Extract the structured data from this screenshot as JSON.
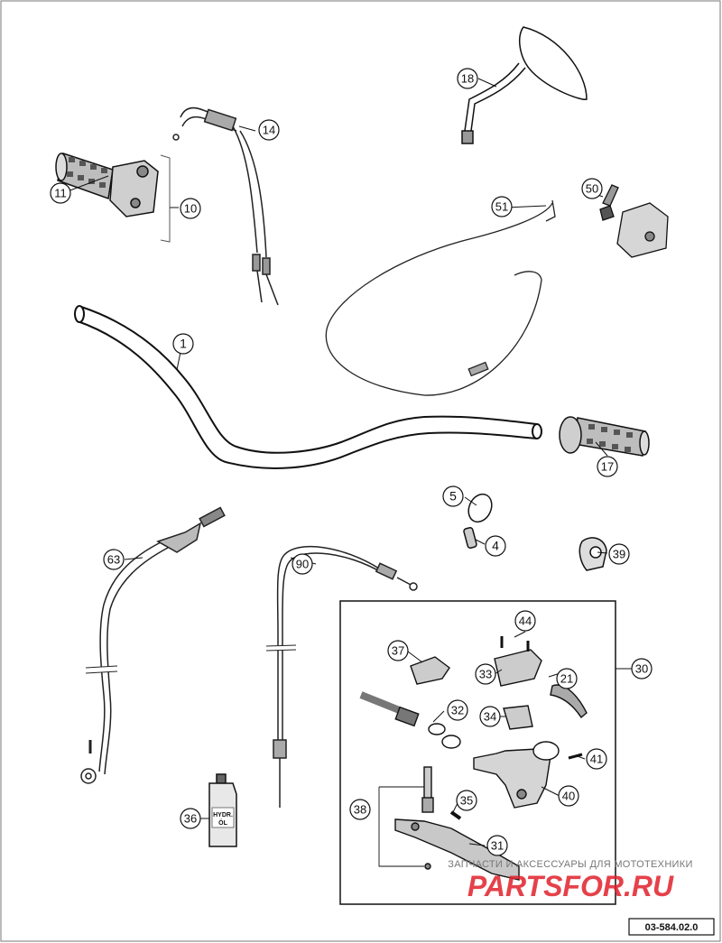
{
  "diagram": {
    "part_labels": [
      {
        "id": "p1",
        "text": "1"
      },
      {
        "id": "p4",
        "text": "4"
      },
      {
        "id": "p5",
        "text": "5"
      },
      {
        "id": "p10",
        "text": "10"
      },
      {
        "id": "p11",
        "text": "11"
      },
      {
        "id": "p14",
        "text": "14"
      },
      {
        "id": "p17",
        "text": "17"
      },
      {
        "id": "p18",
        "text": "18"
      },
      {
        "id": "p21",
        "text": "21"
      },
      {
        "id": "p30",
        "text": "30"
      },
      {
        "id": "p31",
        "text": "31"
      },
      {
        "id": "p32",
        "text": "32"
      },
      {
        "id": "p33",
        "text": "33"
      },
      {
        "id": "p34",
        "text": "34"
      },
      {
        "id": "p35",
        "text": "35"
      },
      {
        "id": "p36",
        "text": "36"
      },
      {
        "id": "p37",
        "text": "37"
      },
      {
        "id": "p38",
        "text": "38"
      },
      {
        "id": "p39",
        "text": "39"
      },
      {
        "id": "p40",
        "text": "40"
      },
      {
        "id": "p41",
        "text": "41"
      },
      {
        "id": "p44",
        "text": "44"
      },
      {
        "id": "p50",
        "text": "50"
      },
      {
        "id": "p51",
        "text": "51"
      },
      {
        "id": "p63",
        "text": "63"
      },
      {
        "id": "p90",
        "text": "90"
      }
    ],
    "bottle_label_line1": "HYDR.",
    "bottle_label_line2": "ÖL",
    "drawing_number": "03-584.02.0"
  },
  "watermark": {
    "subtitle": "ЗАПЧАСТИ И АКСЕССУАРЫ ДЛЯ МОТОТЕХНИКИ",
    "logo_text": "PARTSFOR.RU",
    "color": "#e0202a"
  }
}
